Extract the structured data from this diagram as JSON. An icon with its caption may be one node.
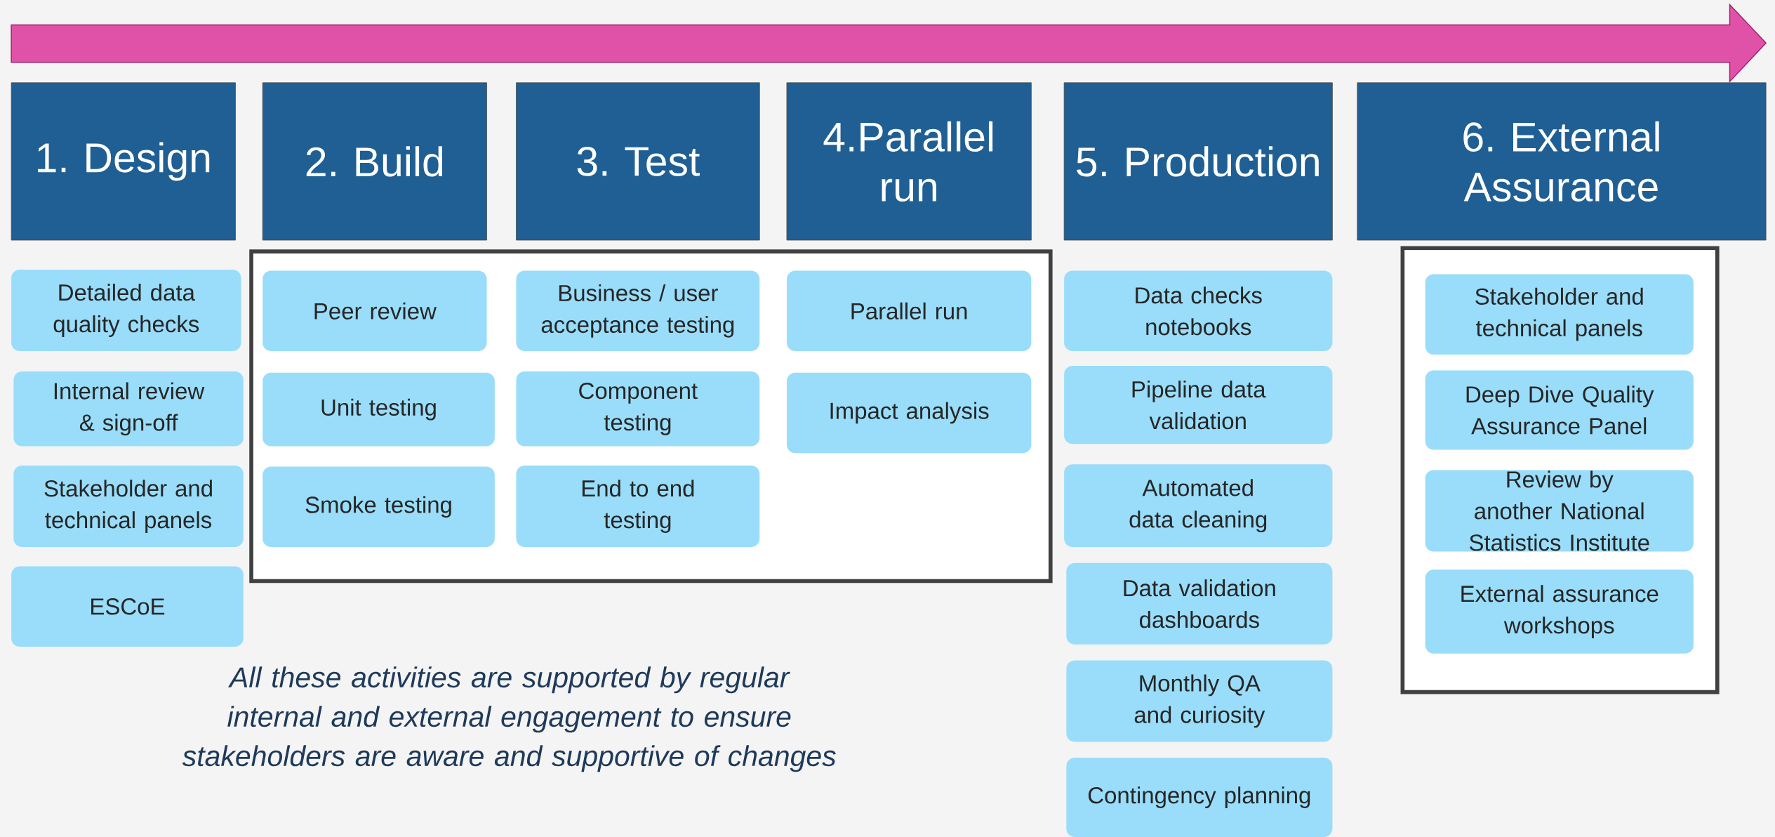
{
  "diagram": {
    "nodes": [
      {
        "text": [
          "1. Design"
        ]
      },
      {
        "text": [
          "2. Build"
        ]
      },
      {
        "text": [
          "3. Test"
        ]
      },
      {
        "text": [
          "4.Parallel run"
        ]
      },
      {
        "text": [
          "5. Production"
        ]
      },
      {
        "text": [
          "6. External Assurance"
        ]
      },
      {
        "text": [
          "Detailed data quality checks"
        ]
      },
      {
        "text": [
          "Internal review & sign-off"
        ]
      },
      {
        "text": [
          "Stakeholder and technical panels"
        ]
      },
      {
        "text": [
          "ESCoE"
        ]
      },
      {
        "text": [],
        "shape": "box"
      },
      {
        "text": [
          "Peer review"
        ],
        "in": 10
      },
      {
        "text": [
          "Unit testing"
        ],
        "in": 10
      },
      {
        "text": [
          "Smoke testing"
        ],
        "in": 10
      },
      {
        "text": [
          "Business / user acceptance testing"
        ],
        "in": 10
      },
      {
        "text": [
          "Component testing"
        ],
        "in": 10
      },
      {
        "text": [
          "End to end testing"
        ],
        "in": 10
      },
      {
        "text": [
          "Parallel run"
        ],
        "in": 10
      },
      {
        "text": [
          "Impact analysis"
        ],
        "in": 10
      },
      {
        "text": [
          "Data checks notebooks"
        ]
      },
      {
        "text": [
          "Pipeline data validation"
        ]
      },
      {
        "text": [
          "Automated data cleaning"
        ]
      },
      {
        "text": [
          "Data validation dashboards"
        ]
      },
      {
        "text": [
          "Monthly QA and curiosity"
        ]
      },
      {
        "text": [
          "Contingency planning"
        ]
      },
      {
        "text": [],
        "shape": "box"
      },
      {
        "text": [
          "Stakeholder and technical panels"
        ],
        "in": 25
      },
      {
        "text": [
          "Deep Dive Quality Assurance Panel"
        ],
        "in": 25
      },
      {
        "text": [
          "Review by another National Statistics Institute"
        ],
        "in": 25
      },
      {
        "text": [
          "External assurance workshops"
        ],
        "in": 25
      }
    ],
    "labels": [
      "All these activities are supported by regular internal and external engagement to ensure stakeholders are aware and supportive of changes"
    ]
  }
}
